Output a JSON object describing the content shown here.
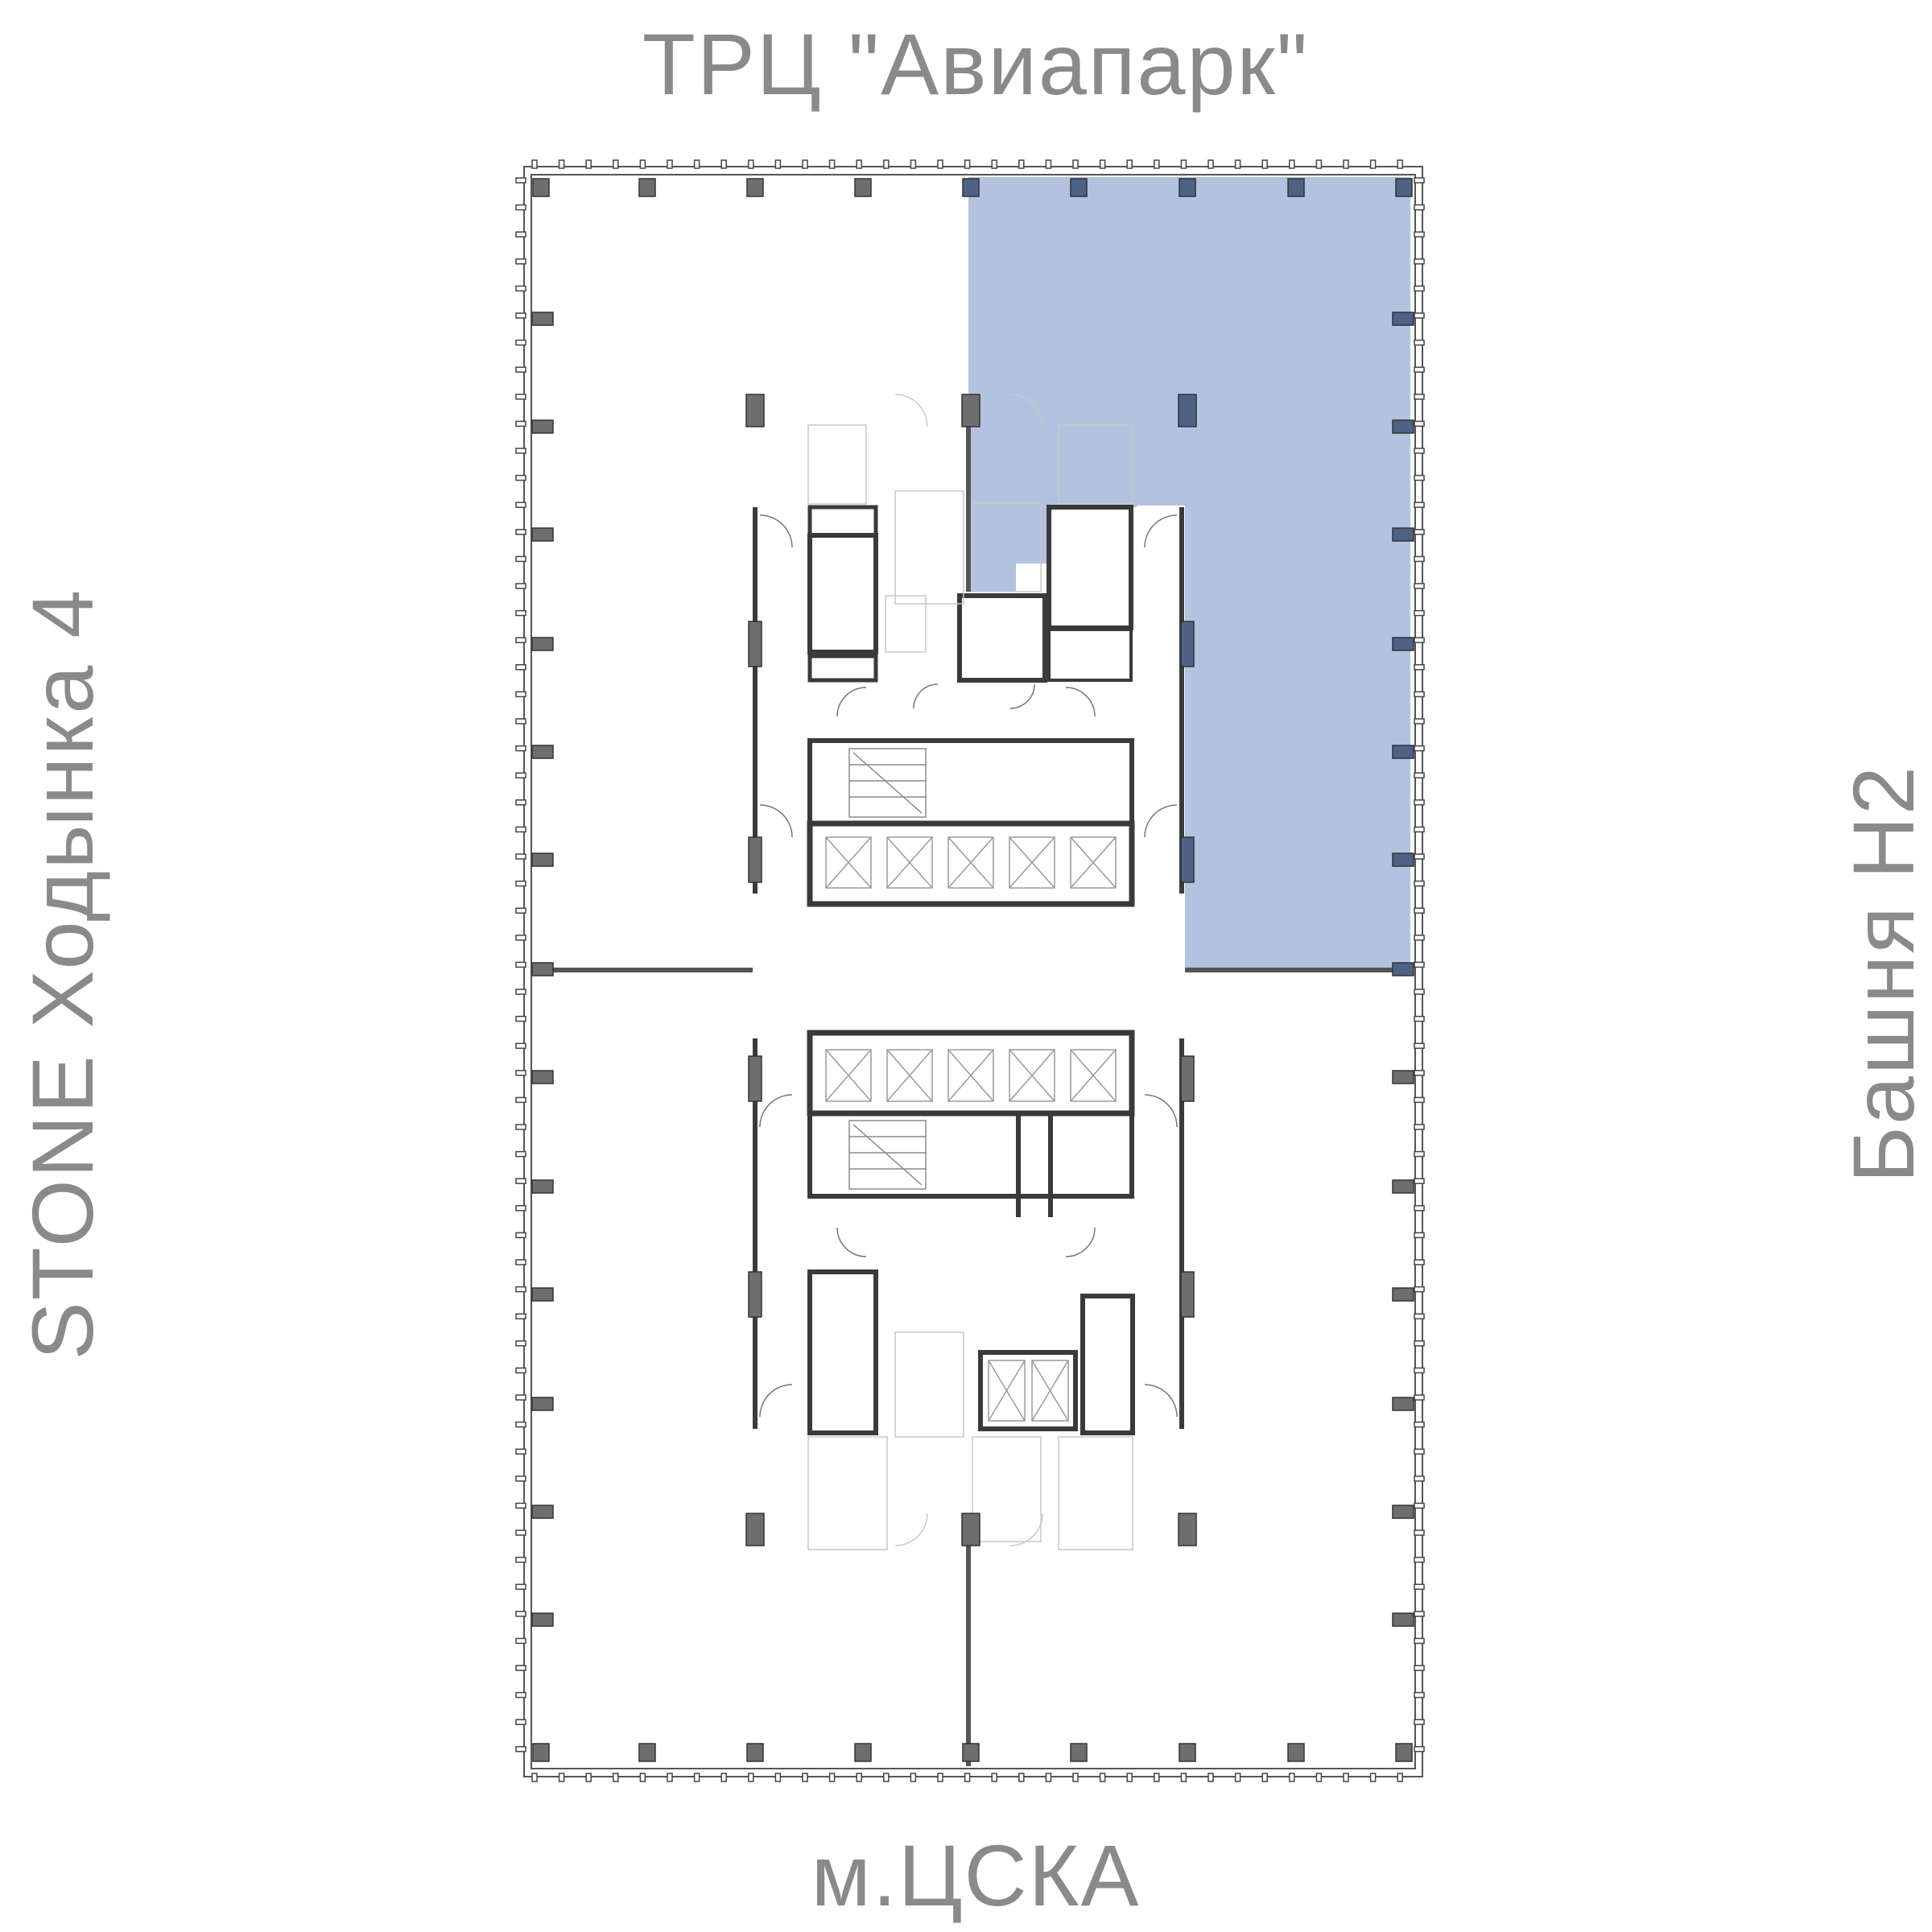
{
  "labels": {
    "top": "ТРЦ \"Авиапарк\"",
    "bottom": "м.ЦСКА",
    "left": "STONE Ходынка 4",
    "right": "Башня Н2"
  },
  "colors": {
    "highlight_fill": "#b3c2df",
    "highlight_column": "#4e6286",
    "column": "#6e6e6e",
    "wall": "#3a3a3a",
    "fixture": "#c8c8c8",
    "label": "#8a8a8a"
  }
}
